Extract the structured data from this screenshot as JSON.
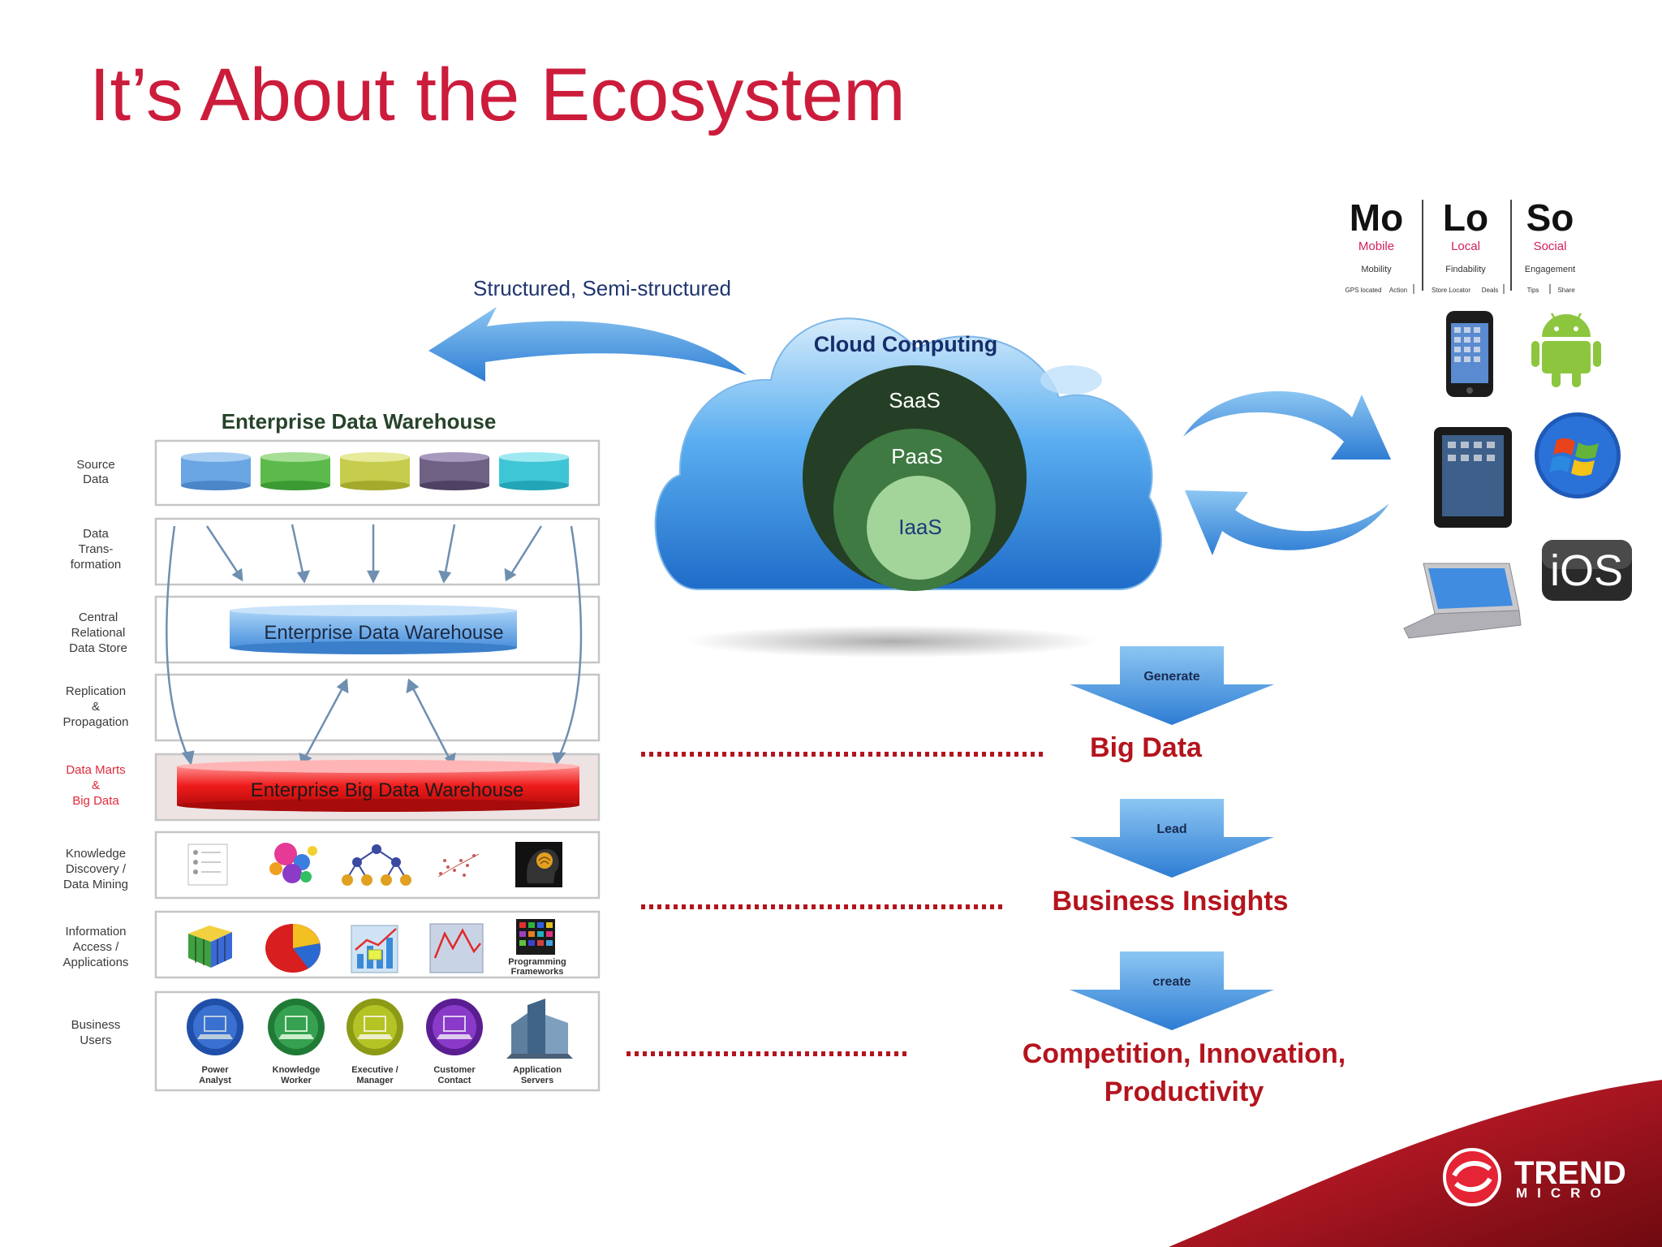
{
  "slide": {
    "title": "It’s About the Ecosystem"
  },
  "flow_label": "Structured, Semi-structured",
  "cloud": {
    "title": "Cloud Computing",
    "layers": [
      "SaaS",
      "PaaS",
      "IaaS"
    ]
  },
  "edw": {
    "heading": "Enterprise Data Warehouse",
    "row_labels": [
      [
        "Source",
        "Data"
      ],
      [
        "Data",
        "Trans-",
        "formation"
      ],
      [
        "Central",
        "Relational",
        "Data Store"
      ],
      [
        "Replication",
        "&",
        "Propagation"
      ],
      [
        "Data Marts",
        "&",
        "Big Data"
      ],
      [
        "Knowledge",
        "Discovery /",
        "Data Mining"
      ],
      [
        "Information",
        "Access /",
        "Applications"
      ],
      [
        "Business",
        "Users"
      ]
    ],
    "central_store": "Enterprise Data Warehouse",
    "big_data_store": "Enterprise Big Data Warehouse",
    "app_caption": [
      "Programming",
      "Frameworks"
    ],
    "users": [
      [
        "Power",
        "Analyst"
      ],
      [
        "Knowledge",
        "Worker"
      ],
      [
        "Executive /",
        "Manager"
      ],
      [
        "Customer",
        "Contact"
      ],
      [
        "Application",
        "Servers"
      ]
    ]
  },
  "momolo": [
    {
      "abbr": "Mo",
      "word": "Mobile",
      "attr": "Mobility",
      "tags": [
        "GPS located",
        "Action"
      ]
    },
    {
      "abbr": "Lo",
      "word": "Local",
      "attr": "Findability",
      "tags": [
        "Store Locator",
        "Deals"
      ]
    },
    {
      "abbr": "So",
      "word": "Social",
      "attr": "Engagement",
      "tags": [
        "Tips",
        "Share"
      ]
    }
  ],
  "ios_label": "iOS",
  "pipeline": [
    {
      "arrow": "Generate",
      "result": "Big Data"
    },
    {
      "arrow": "Lead",
      "result": "Business Insights"
    },
    {
      "arrow": "create",
      "result": "Competition, Innovation,",
      "result2": "Productivity"
    }
  ],
  "brand": {
    "line1": "TREND",
    "line2": "MICRO"
  },
  "colors": {
    "title": "#cc1c3c",
    "accent_dark_red": "#b4141e",
    "arrow_blue": "#3a86d8"
  }
}
